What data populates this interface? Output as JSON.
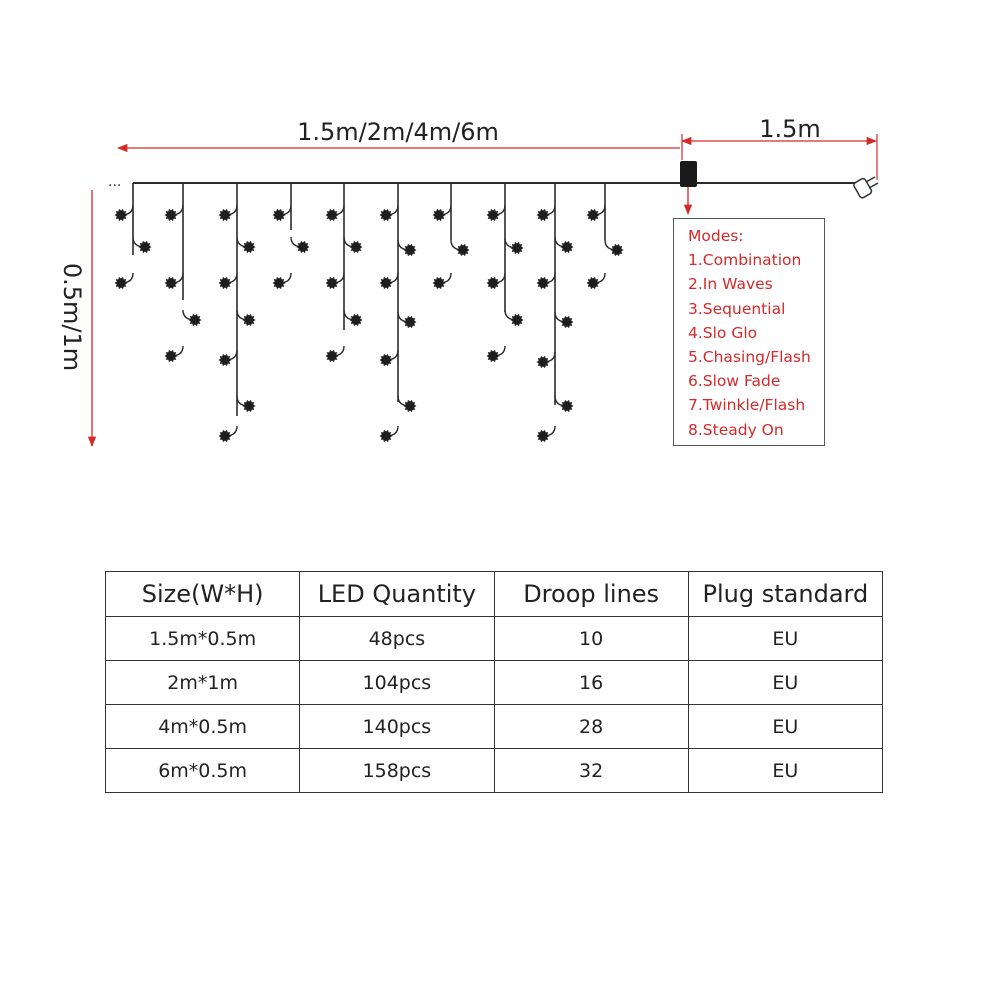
{
  "diagram": {
    "width_label": "1.5m/2m/4m/6m",
    "lead_label": "1.5m",
    "height_label": "0.5m/1m",
    "ellipsis": "...",
    "arrow_color": "#d42a2a",
    "wire_color": "#2b2b2b"
  },
  "modes": {
    "title": "Modes:",
    "items": [
      "1.Combination",
      "2.In Waves",
      "3.Sequential",
      "4.Slo Glo",
      "5.Chasing/Flash",
      "6.Slow Fade",
      "7.Twinkle/Flash",
      "8.Steady On"
    ],
    "text_color": "#d42a2a"
  },
  "table": {
    "headers": [
      "Size(W*H)",
      "LED Quantity",
      "Droop lines",
      "Plug standard"
    ],
    "rows": [
      [
        "1.5m*0.5m",
        "48pcs",
        "10",
        "EU"
      ],
      [
        "2m*1m",
        "104pcs",
        "16",
        "EU"
      ],
      [
        "4m*0.5m",
        "140pcs",
        "28",
        "EU"
      ],
      [
        "6m*0.5m",
        "158pcs",
        "32",
        "EU"
      ]
    ]
  }
}
